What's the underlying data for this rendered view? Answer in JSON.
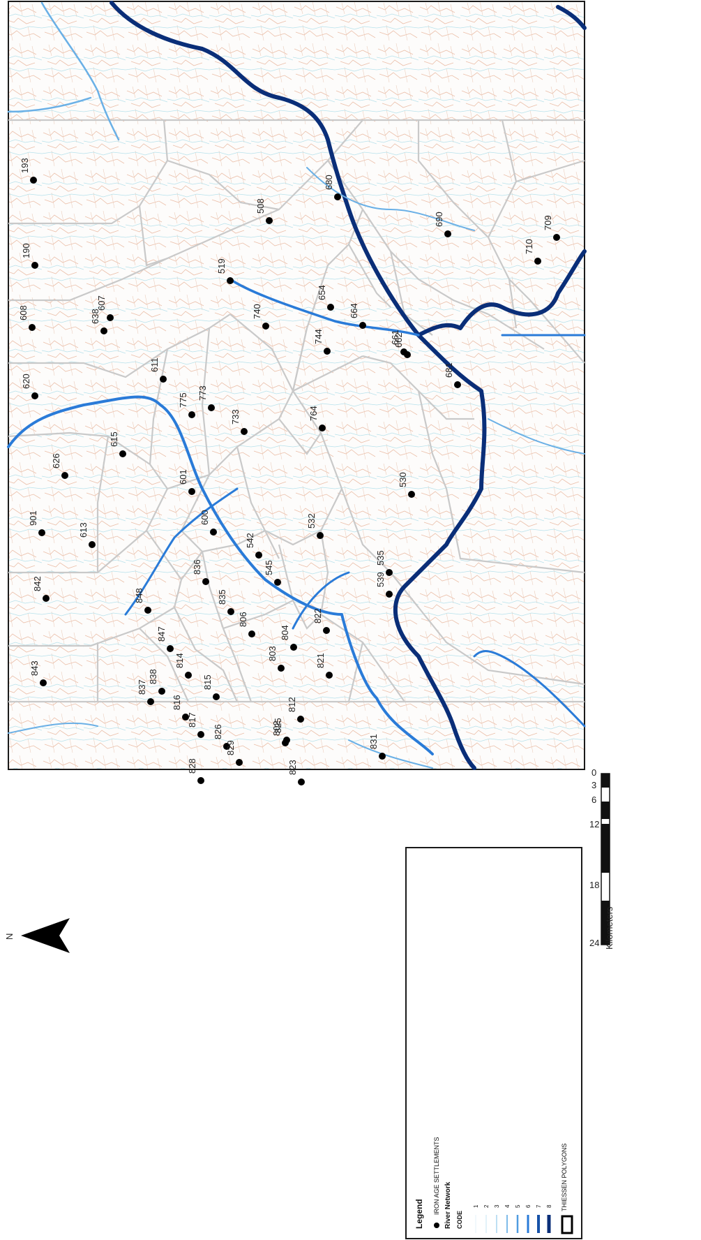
{
  "map": {
    "scale_bar": {
      "unit": "Kilometers",
      "ticks": [
        "0",
        "3",
        "6",
        "12",
        "18",
        "24"
      ]
    },
    "north_arrow": {
      "label": "N"
    },
    "legend": {
      "title": "Legend",
      "settlements_label": "IRON AGE SETTLEMENTS",
      "river_network_label": "River Network",
      "code_label": "CODE",
      "codes": [
        "1",
        "2",
        "3",
        "4",
        "5",
        "6",
        "7",
        "8"
      ],
      "polygons_label": "THIESSEN POLYGONS"
    },
    "colors": {
      "frame": "#1a1a1a",
      "polygon_line": "#c9c9c9",
      "minor_streams_orange": "#e8b49a",
      "minor_streams_cyan": "#a9dce8",
      "river_code_1": "#d8eef7",
      "river_code_4": "#6ab0e6",
      "river_code_6": "#2a7bd8",
      "river_code_8": "#0a2e78"
    },
    "settlements": [
      "193",
      "190",
      "608",
      "620",
      "626",
      "901",
      "842",
      "843",
      "615",
      "613",
      "638",
      "607",
      "611",
      "848",
      "847",
      "838",
      "837",
      "816",
      "817",
      "814",
      "815",
      "828",
      "826",
      "829",
      "773",
      "775",
      "601",
      "600",
      "836",
      "835",
      "806",
      "733",
      "740",
      "519",
      "508",
      "542",
      "545",
      "803",
      "804",
      "802",
      "825",
      "812",
      "823",
      "680",
      "654",
      "664",
      "744",
      "764",
      "532",
      "822",
      "821",
      "831",
      "539",
      "535",
      "530",
      "661",
      "662",
      "681",
      "690",
      "710",
      "709"
    ]
  }
}
